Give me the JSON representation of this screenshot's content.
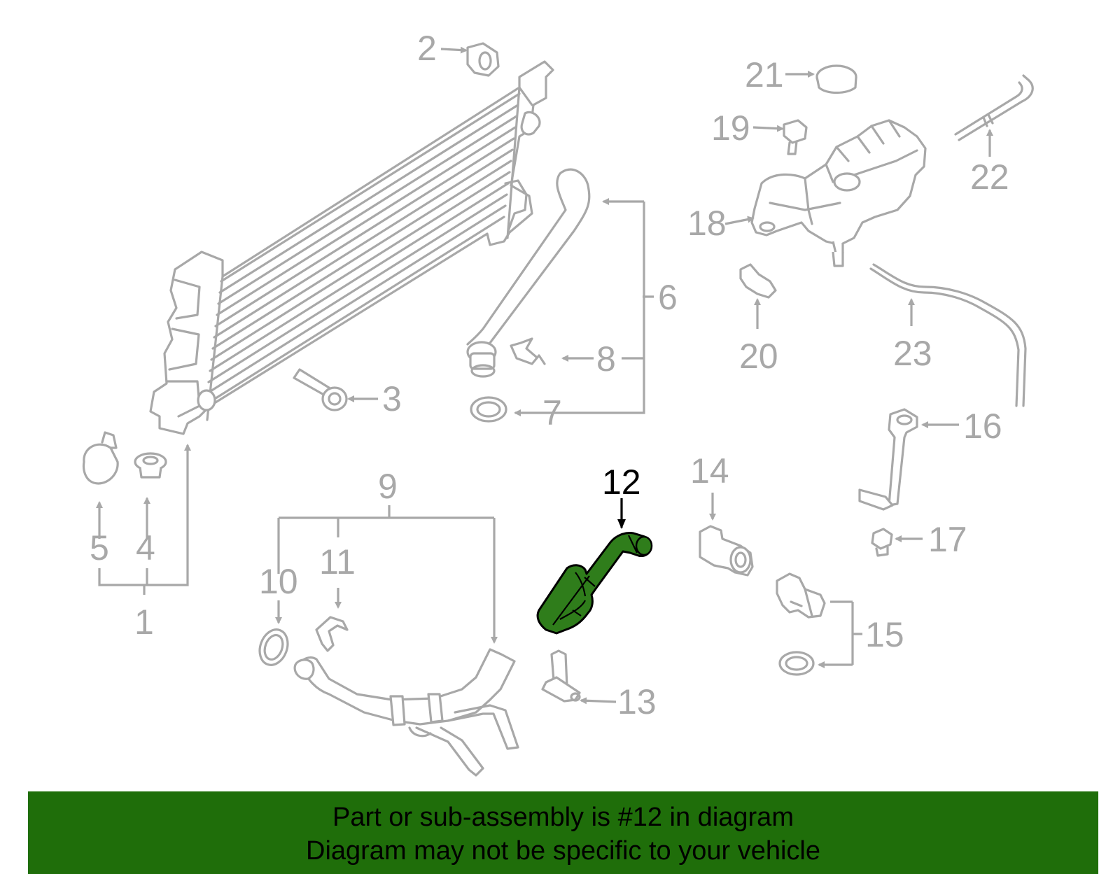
{
  "callouts": {
    "c1": "1",
    "c2": "2",
    "c3": "3",
    "c4": "4",
    "c5": "5",
    "c6": "6",
    "c7": "7",
    "c8": "8",
    "c9": "9",
    "c10": "10",
    "c11": "11",
    "c12": "12",
    "c13": "13",
    "c14": "14",
    "c15": "15",
    "c16": "16",
    "c17": "17",
    "c18": "18",
    "c19": "19",
    "c20": "20",
    "c21": "21",
    "c22": "22",
    "c23": "23"
  },
  "highlighted_part": "12",
  "colors": {
    "part_line": "#a8a8a8",
    "highlight": "#2f7d1b",
    "banner": "#1f6e0a"
  },
  "banner": {
    "line1": "Part or sub-assembly is #12 in diagram",
    "line2": "Diagram may not be specific to your vehicle"
  }
}
